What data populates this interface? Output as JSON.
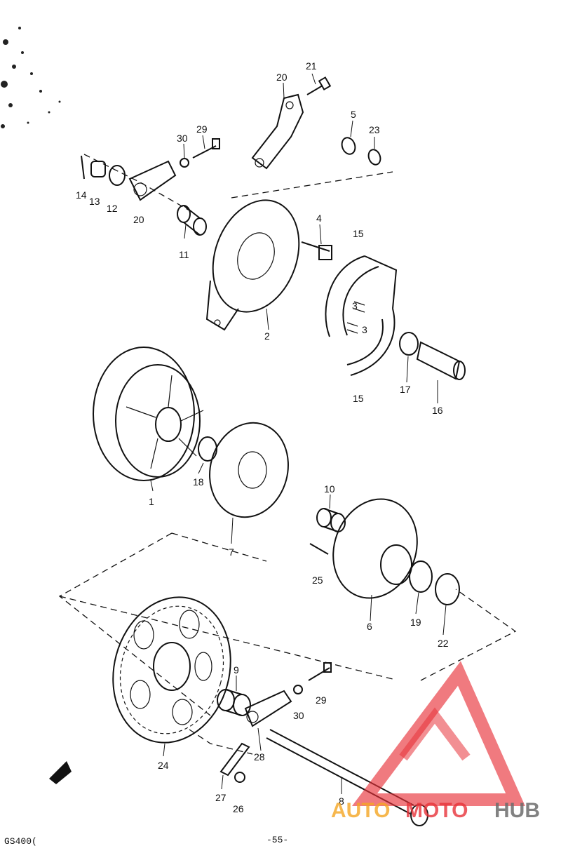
{
  "labels": {
    "p21": "21",
    "p20a": "20",
    "p5": "5",
    "p23": "23",
    "p29a": "29",
    "p30a": "30",
    "p14": "14",
    "p13": "13",
    "p12": "12",
    "p20b": "20",
    "p11": "11",
    "p4": "4",
    "p15a": "15",
    "p3a": "3",
    "p3b": "3",
    "p2": "2",
    "p15b": "15",
    "p17": "17",
    "p16": "16",
    "p1": "1",
    "p18": "18",
    "p7": "7",
    "p10": "10",
    "p25": "25",
    "p6": "6",
    "p19": "19",
    "p22": "22",
    "p9": "9",
    "p29b": "29",
    "p30b": "30",
    "p24": "24",
    "p28": "28",
    "p27": "27",
    "p26": "26",
    "p8": "8"
  },
  "footer": {
    "model": "GS400(",
    "page": "-55-"
  },
  "watermark": {
    "auto": "AUTO",
    "moto": "MOTO",
    "hub": "HUB"
  },
  "colors": {
    "watermark_red": "#e8333a",
    "watermark_orange": "#f5a623",
    "watermark_gray": "#6d6d6d"
  }
}
